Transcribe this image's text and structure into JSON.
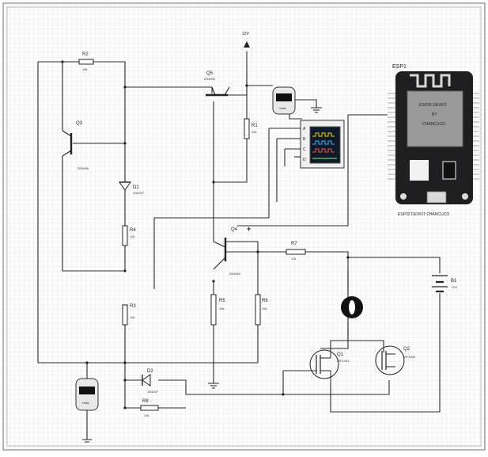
{
  "labels": {
    "r2_name": "R2",
    "r2_val": "10k",
    "r1_name": "R1",
    "r1_val": "10k",
    "r4_name": "R4",
    "r4_val": "10k",
    "r3_name": "R3",
    "r3_val": "10k",
    "r5_name": "R5",
    "r5_val": "10k",
    "r6_name": "R6",
    "r6_val": "10k",
    "r7_name": "R7",
    "r7_val": "10k",
    "r8_name": "R8",
    "r8_val": "10k",
    "q3_name": "Q3",
    "q3_part": "2N3906",
    "q5_name": "Q5",
    "q5_part": "2N3906",
    "q4_name": "Q4",
    "q4_part": "2N3904",
    "q1_name": "Q1",
    "q1_part": "IRF1404",
    "q2_name": "Q2",
    "q2_part": "IRF1404",
    "d1_name": "D1",
    "d1_part": "1N4007",
    "d2_name": "D2",
    "d2_part": "1N4007",
    "b1_name": "B1",
    "b1_val": "12V",
    "supply": "12V",
    "volts": "Volts",
    "plus": "+",
    "esp_name": "ESP1",
    "esp_chip1": "ESP32 DEVKIT",
    "esp_chip2": "BY",
    "esp_chip3": "CHANCUCO",
    "esp_caption": "ESP32 DEVKIT CHANCUCO",
    "scope_a": "A",
    "scope_b": "B",
    "scope_c": "C",
    "scope_d": "D"
  },
  "colors": {
    "grid": "#d9d9d9",
    "wire": "#2a2a2a",
    "board": "#1f1f22",
    "frame": "#8a8a8a"
  }
}
